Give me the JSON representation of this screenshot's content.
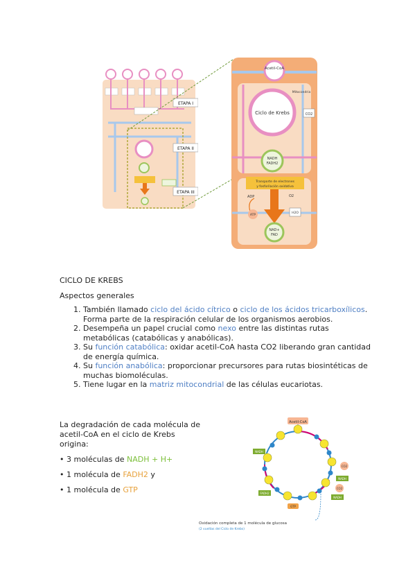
{
  "diagram_left": {
    "labels": {
      "etapa1": "ETAPA I",
      "etapa2": "ETAPA II",
      "etapa3": "ETAPA III"
    }
  },
  "diagram_right": {
    "labels": {
      "acetil_coa": "Acetil-CoA",
      "mitocondria": "Mitocondria",
      "ciclo": "Ciclo de Krebs",
      "co2": "CO2",
      "nadh": "NADH",
      "fadh": "FADH2",
      "transporte_1": "Transporte de electrones",
      "transporte_2": "y fosforilación oxidativa",
      "atp": "ATP",
      "adp": "ADP",
      "o2": "O2",
      "h2o": "H2O",
      "nad": "NAD+",
      "fad": "FAD"
    }
  },
  "text": {
    "title": "CICLO DE KREBS",
    "subtitle": "Aspectos generales",
    "items": [
      {
        "pre": "También llamado ",
        "h1": "ciclo del ácido cítrico",
        "mid": " o ",
        "h2": "ciclo de los ácidos tricarboxílicos",
        "post": ". Forma parte de la respiración celular de los organismos aerobios."
      },
      {
        "pre": "Desempeña un papel crucial como ",
        "h1": "nexo",
        "post": " entre las distintas rutas metabólicas (catabólicas y anabólicas)."
      },
      {
        "pre": "Su ",
        "h1": "función catabólica",
        "post": ": oxidar acetil-CoA hasta CO2 liberando gran cantidad de energía química."
      },
      {
        "pre": "Su ",
        "h1": "función anabólica",
        "post": ": proporcionar precursores para rutas biosintéticas de muchas biomoléculas."
      },
      {
        "pre": "Tiene lugar en la ",
        "h1": "matriz mitocondrial",
        "post": " de las células eucariotas."
      }
    ],
    "degradation": "La degradación de cada molécula de acetil-CoA en el ciclo de Krebs origina:",
    "bullets": [
      {
        "pre": "• 3 moléculas de ",
        "hl": "NADH + H+",
        "post": ""
      },
      {
        "pre": "• 1 molécula de ",
        "hl": "FADH2",
        "post": " y"
      },
      {
        "pre": "• 1 molécula de ",
        "hl": "GTP",
        "post": ""
      }
    ]
  },
  "cycle": {
    "acetyl": "Acetil-CoA",
    "nadh1": "NADH",
    "nadh2": "NADH",
    "nadh3": "NADH",
    "fadh": "FADH2",
    "gtp": "GTP",
    "co2a": "CO2",
    "co2b": "CO2",
    "caption1": "Oxidación completa de 1 molécula de glucosa",
    "caption2": "(2 vueltas del Ciclo de Krebs)"
  }
}
